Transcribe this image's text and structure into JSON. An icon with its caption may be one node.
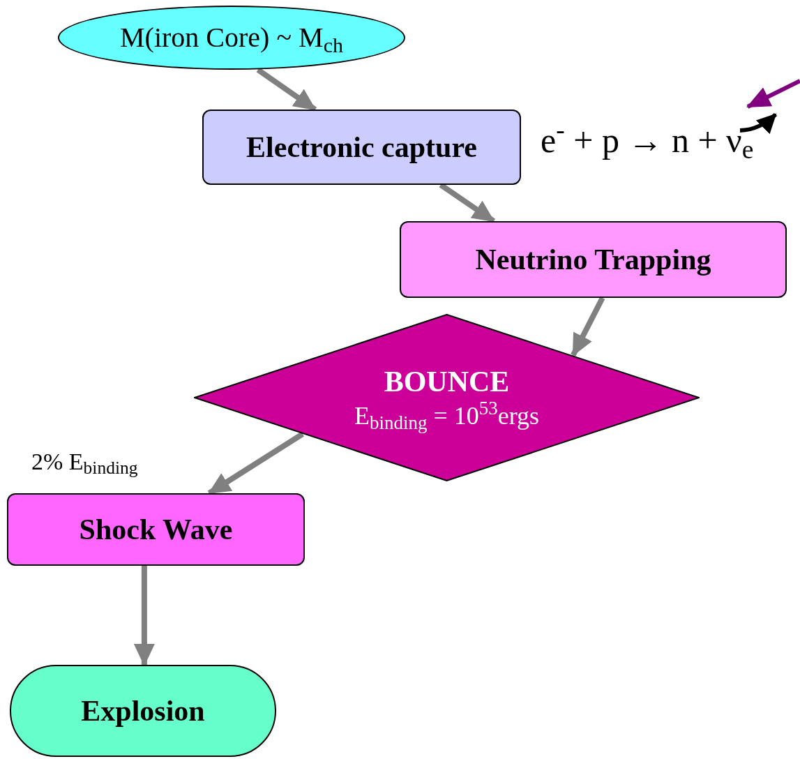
{
  "diagram": {
    "nodes": [
      {
        "text": [
          "M(iron Core) ~ M$_{ch}$"
        ]
      },
      {
        "text": [
          "Electronic capture"
        ],
        "beside": [
          "e$^{-}$ + p → n + ν$_{e}$"
        ]
      },
      {
        "text": [
          "Neutrino Trapping"
        ]
      },
      {
        "text": [
          "BOUNCE",
          "E$_{binding}$ = 10$^{53}$ergs"
        ]
      },
      {
        "text": [
          "Shock Wave"
        ]
      },
      {
        "text": [
          "Explosion"
        ]
      }
    ],
    "edges": [
      {
        "from": 0,
        "to": 1,
        "arrow": "to"
      },
      {
        "from": 1,
        "to": 2,
        "arrow": "to"
      },
      {
        "from": 2,
        "to": 3,
        "arrow": "to"
      },
      {
        "from": 3,
        "to": 4,
        "arrow": "to",
        "label": "2% E$_{binding}$"
      },
      {
        "from": 4,
        "to": 5,
        "arrow": "to"
      }
    ]
  }
}
